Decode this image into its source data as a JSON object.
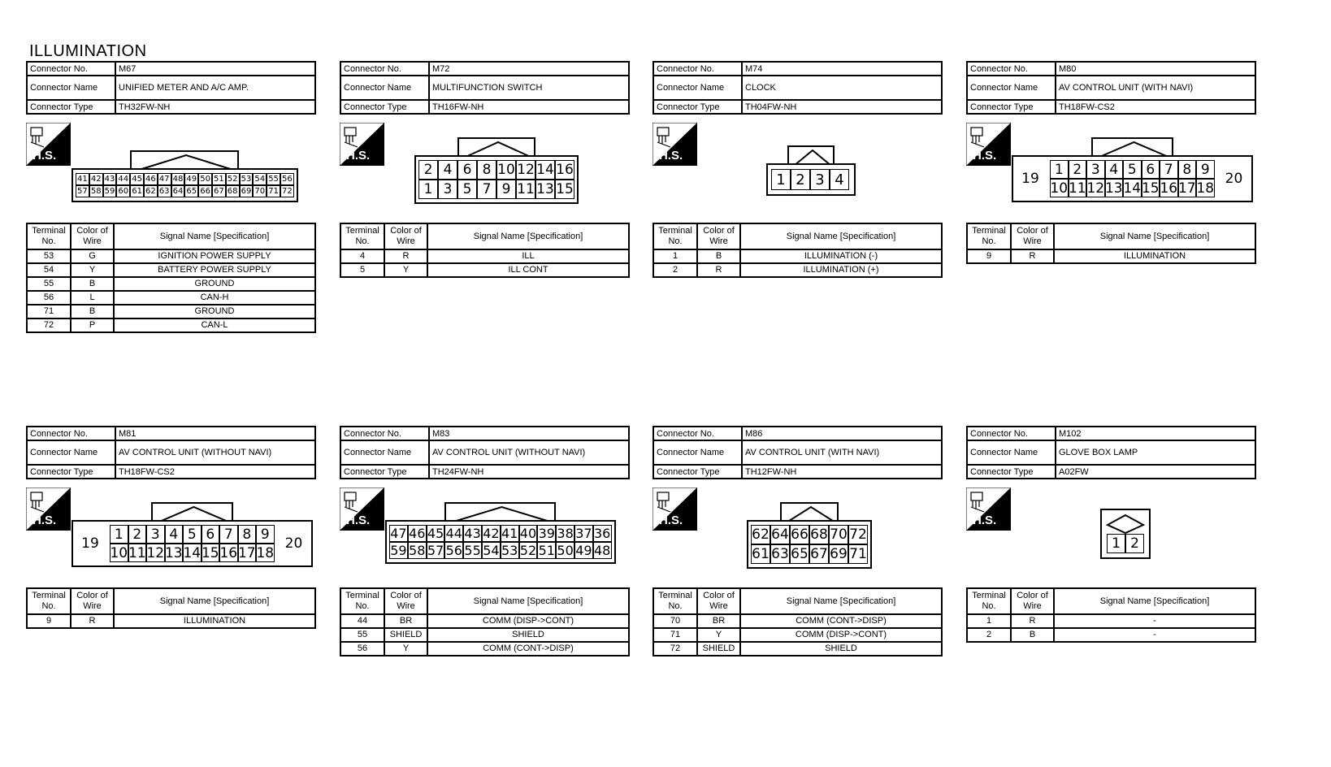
{
  "title": "ILLUMINATION",
  "labels": {
    "connector_no": "Connector No.",
    "connector_name": "Connector Name",
    "connector_type": "Connector Type",
    "hs": "H.S.",
    "col_terminal": "Terminal No.",
    "col_color": "Color of Wire",
    "col_signal": "Signal Name [Specification]"
  },
  "connectors": [
    {
      "no": "M67",
      "name": "UNIFIED METER AND A/C AMP.",
      "type": "TH32FW-NH",
      "top": [
        "41",
        "42",
        "43",
        "44",
        "45",
        "46",
        "47",
        "48",
        "49",
        "50",
        "51",
        "52",
        "53",
        "54",
        "55",
        "56"
      ],
      "bottom": [
        "57",
        "58",
        "59",
        "60",
        "61",
        "62",
        "63",
        "64",
        "65",
        "66",
        "67",
        "68",
        "69",
        "70",
        "71",
        "72"
      ],
      "rows": [
        [
          "53",
          "G",
          "IGNITION POWER SUPPLY"
        ],
        [
          "54",
          "Y",
          "BATTERY POWER SUPPLY"
        ],
        [
          "55",
          "B",
          "GROUND"
        ],
        [
          "56",
          "L",
          "CAN-H"
        ],
        [
          "71",
          "B",
          "GROUND"
        ],
        [
          "72",
          "P",
          "CAN-L"
        ]
      ]
    },
    {
      "no": "M72",
      "name": "MULTIFUNCTION SWITCH",
      "type": "TH16FW-NH",
      "top": [
        "2",
        "4",
        "6",
        "8",
        "10",
        "12",
        "14",
        "16"
      ],
      "bottom": [
        "1",
        "3",
        "5",
        "7",
        "9",
        "11",
        "13",
        "15"
      ],
      "rows": [
        [
          "4",
          "R",
          "ILL"
        ],
        [
          "5",
          "Y",
          "ILL CONT"
        ]
      ]
    },
    {
      "no": "M74",
      "name": "CLOCK",
      "type": "TH04FW-NH",
      "single": [
        "1",
        "2",
        "3",
        "4"
      ],
      "rows": [
        [
          "1",
          "B",
          "ILLUMINATION (-)"
        ],
        [
          "2",
          "R",
          "ILLUMINATION (+)"
        ]
      ]
    },
    {
      "no": "M80",
      "name": "AV CONTROL UNIT (WITH NAVI)",
      "type": "TH18FW-CS2",
      "top": [
        "1",
        "2",
        "3",
        "4",
        "5",
        "6",
        "7",
        "8",
        "9"
      ],
      "bottom": [
        "10",
        "11",
        "12",
        "13",
        "14",
        "15",
        "16",
        "17",
        "18"
      ],
      "left": "19",
      "right": "20",
      "rows": [
        [
          "9",
          "R",
          "ILLUMINATION"
        ]
      ]
    },
    {
      "no": "M81",
      "name": "AV CONTROL UNIT (WITHOUT NAVI)",
      "type": "TH18FW-CS2",
      "top": [
        "1",
        "2",
        "3",
        "4",
        "5",
        "6",
        "7",
        "8",
        "9"
      ],
      "bottom": [
        "10",
        "11",
        "12",
        "13",
        "14",
        "15",
        "16",
        "17",
        "18"
      ],
      "left": "19",
      "right": "20",
      "rows": [
        [
          "9",
          "R",
          "ILLUMINATION"
        ]
      ]
    },
    {
      "no": "M83",
      "name": "AV CONTROL UNIT (WITHOUT NAVI)",
      "type": "TH24FW-NH",
      "top": [
        "47",
        "46",
        "45",
        "44",
        "43",
        "42",
        "41",
        "40",
        "39",
        "38",
        "37",
        "36"
      ],
      "bottom": [
        "59",
        "58",
        "57",
        "56",
        "55",
        "54",
        "53",
        "52",
        "51",
        "50",
        "49",
        "48"
      ],
      "rows": [
        [
          "44",
          "BR",
          "COMM (DISP->CONT)"
        ],
        [
          "55",
          "SHIELD",
          "SHIELD"
        ],
        [
          "56",
          "Y",
          "COMM (CONT->DISP)"
        ]
      ]
    },
    {
      "no": "M86",
      "name": "AV CONTROL UNIT (WITH NAVI)",
      "type": "TH12FW-NH",
      "top": [
        "62",
        "64",
        "66",
        "68",
        "70",
        "72"
      ],
      "bottom": [
        "61",
        "63",
        "65",
        "67",
        "69",
        "71"
      ],
      "rows": [
        [
          "70",
          "BR",
          "COMM (CONT->DISP)"
        ],
        [
          "71",
          "Y",
          "COMM (DISP->CONT)"
        ],
        [
          "72",
          "SHIELD",
          "SHIELD"
        ]
      ]
    },
    {
      "no": "M102",
      "name": "GLOVE BOX LAMP",
      "type": "A02FW",
      "single": [
        "1",
        "2"
      ],
      "rows": [
        [
          "1",
          "R",
          "-"
        ],
        [
          "2",
          "B",
          "-"
        ]
      ]
    }
  ]
}
